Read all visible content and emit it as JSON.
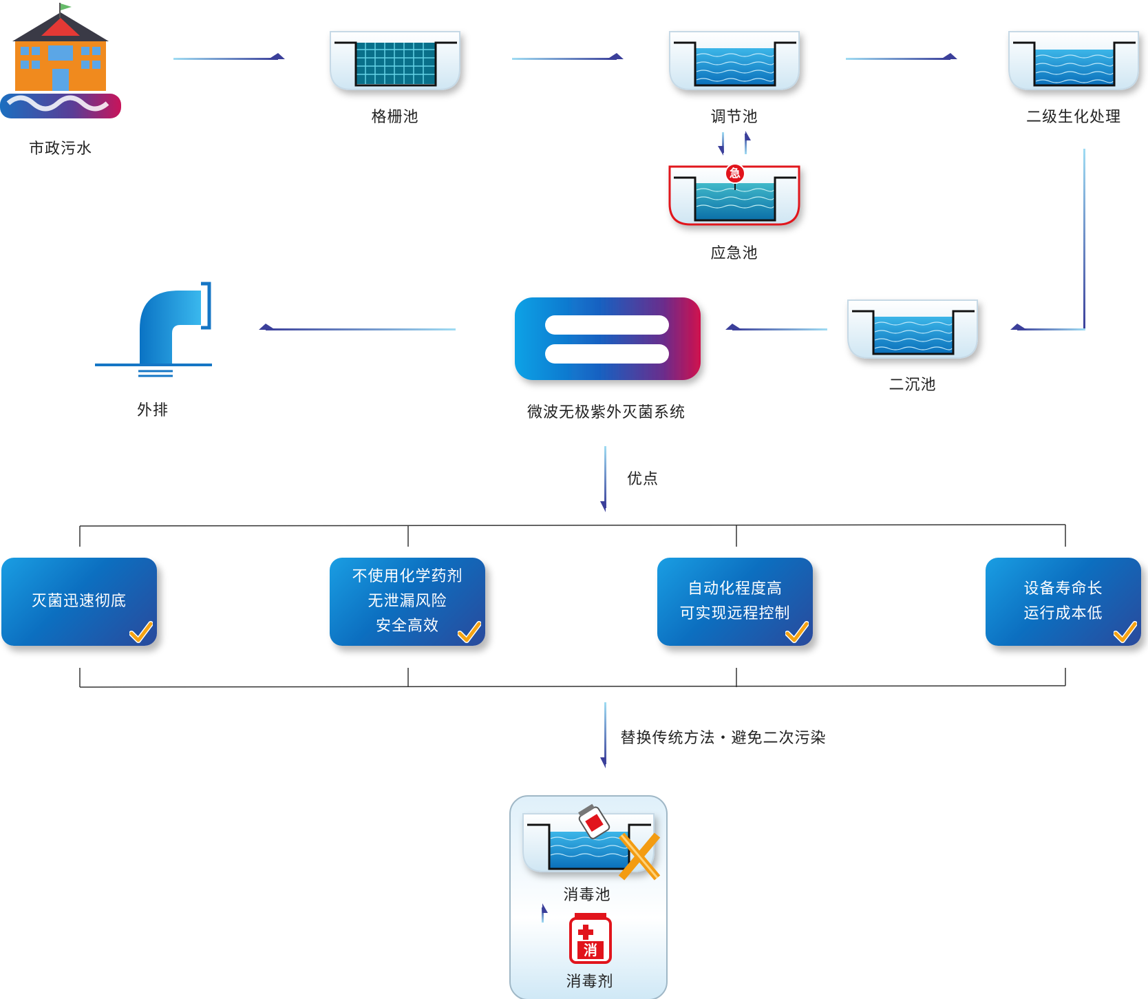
{
  "nodes": {
    "source": "市政污水",
    "grid_tank": "格栅池",
    "regulating_tank": "调节池",
    "secondary_bio": "二级生化处理",
    "emergency_tank": "应急池",
    "emergency_badge": "急",
    "secondary_settling": "二沉池",
    "uv_system": "微波无极紫外灭菌系统",
    "discharge": "外排",
    "disinfection_tank": "消毒池",
    "disinfectant": "消毒剂",
    "disinfectant_badge": "消"
  },
  "arrows": {
    "advantages": "优点",
    "replace": "替换传统方法・避免二次污染"
  },
  "advantages": [
    {
      "lines": [
        "灭菌迅速彻底"
      ]
    },
    {
      "lines": [
        "不使用化学药剂",
        "无泄漏风险",
        "安全高效"
      ]
    },
    {
      "lines": [
        "自动化程度高",
        "可实现远程控制"
      ]
    },
    {
      "lines": [
        "设备寿命长",
        "运行成本低"
      ]
    }
  ],
  "colors": {
    "accent_blue": "#0b7fd0",
    "accent_purple": "#3b3f9a",
    "accent_magenta": "#c4124f",
    "emergency_red": "#e1141c",
    "check_orange": "#f5a313",
    "cross_orange": "#f39c12"
  }
}
